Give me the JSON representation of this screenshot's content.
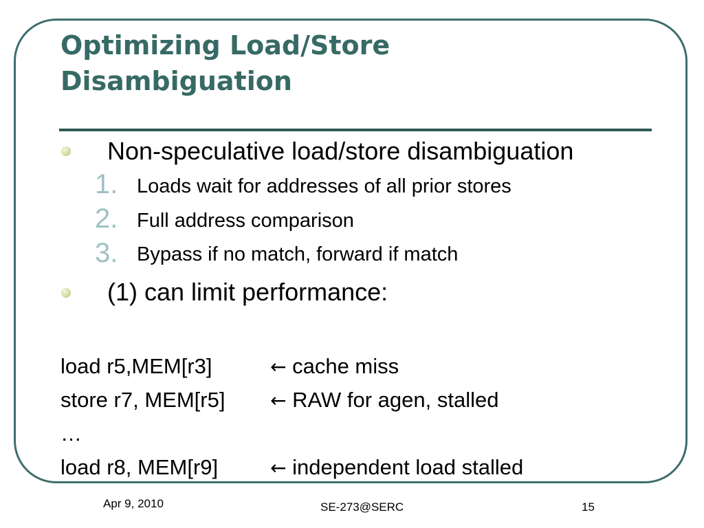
{
  "slide": {
    "title_line1": "Optimizing Load/Store",
    "title_line2": "Disambiguation",
    "bullets": [
      {
        "text": "Non-speculative load/store disambiguation",
        "items": [
          {
            "num": "1.",
            "text": "Loads wait for addresses of all prior stores"
          },
          {
            "num": "2.",
            "text": "Full address comparison"
          },
          {
            "num": "3.",
            "text": "Bypass if no match, forward if match"
          }
        ]
      },
      {
        "text": "(1) can limit performance:"
      }
    ],
    "code": [
      {
        "instr": "load r5,MEM[r3]",
        "arrow": "←",
        "note": "cache miss"
      },
      {
        "instr": "store r7, MEM[r5]",
        "arrow": "←",
        "note": "RAW for agen, stalled"
      },
      {
        "instr": "…",
        "arrow": "",
        "note": ""
      },
      {
        "instr": "load r8, MEM[r9]",
        "arrow": "←",
        "note": "independent load stalled"
      }
    ]
  },
  "footer": {
    "date": "Apr 9, 2010",
    "center": "SE-273@SERC",
    "page": "15"
  },
  "colors": {
    "title": "#376a64",
    "frame": "#3f6d6d",
    "numbers": "#9ec1c4",
    "bullet": "#c9d08e"
  }
}
